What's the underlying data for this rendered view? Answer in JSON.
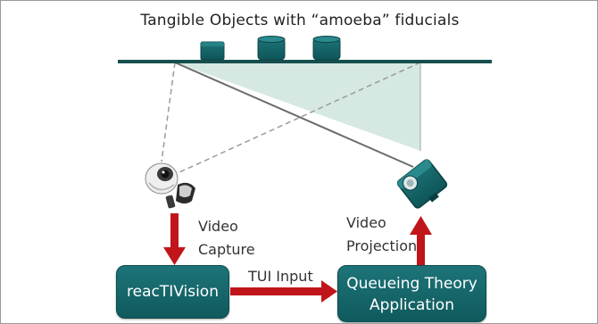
{
  "title": "Tangible Objects with “amoeba” fiducials",
  "labels": {
    "video_capture_1": "Video",
    "video_capture_2": "Capture",
    "video_projection_1": "Video",
    "video_projection_2": "Projection",
    "tui_input": "TUI Input"
  },
  "boxes": {
    "reactivision": "reacTIVision",
    "app_line1": "Queueing Theory",
    "app_line2": "Application"
  },
  "colors": {
    "teal": "#0f5a5d",
    "arrow": "#c0161b",
    "projection_fill": "#d6e8e2"
  }
}
